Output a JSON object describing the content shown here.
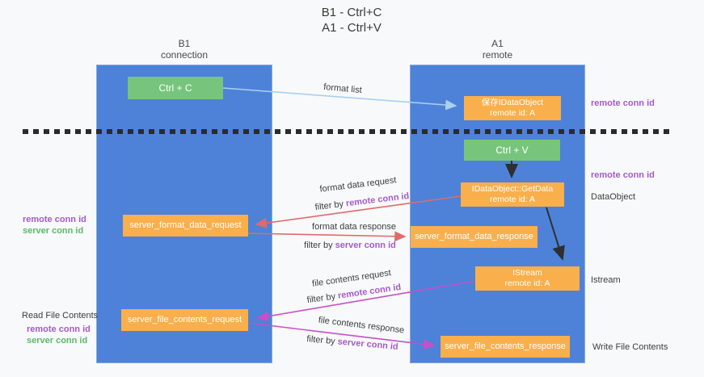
{
  "title": {
    "line1": "B1 - Ctrl+C",
    "line2": "A1 - Ctrl+V"
  },
  "columns": {
    "left": {
      "name": "B1",
      "role": "connection"
    },
    "right": {
      "name": "A1",
      "role": "remote"
    }
  },
  "nodes": {
    "ctrl_c": {
      "label": "Ctrl + C"
    },
    "ctrl_v": {
      "label": "Ctrl + V"
    },
    "save_idataobject": {
      "line1": "保存IDataObject",
      "line2": "remote id: A"
    },
    "getdata": {
      "line1": "IDataObject::GetData",
      "line2": "remote id: A"
    },
    "istream": {
      "line1": "IStream",
      "line2": "remote id: A"
    },
    "server_format_data_request": {
      "label": "server_format_data_request"
    },
    "server_format_data_response": {
      "label": "server_format_data_response"
    },
    "server_file_contents_request": {
      "label": "server_file_contents_request"
    },
    "server_file_contents_response": {
      "label": "server_file_contents_response"
    }
  },
  "flows": {
    "format_list": {
      "label": "format list"
    },
    "format_data_request": {
      "label": "format data request",
      "filter_prefix": "filter by ",
      "filter_key": "remote conn id"
    },
    "format_data_response": {
      "label": "format data response",
      "filter_prefix": "filter by ",
      "filter_key": "server conn id"
    },
    "file_contents_request": {
      "label": "file contents request",
      "filter_prefix": "filter by ",
      "filter_key": "remote conn id"
    },
    "file_contents_response": {
      "label": "file contents response",
      "filter_prefix": "filter by ",
      "filter_key": "server conn id"
    }
  },
  "side_labels": {
    "right_remote_conn_id_top": "remote conn id",
    "right_remote_conn_id_mid": "remote conn id",
    "right_dataobject": "DataObject",
    "right_istream": "Istream",
    "right_write_file_contents": "Write File Contents",
    "left_remote_conn_id_top": "remote conn id",
    "left_server_conn_id_top": "server conn id",
    "left_read_file_contents": "Read File Contents",
    "left_remote_conn_id_bottom": "remote conn id",
    "left_server_conn_id_bottom": "server conn id"
  },
  "colors": {
    "lifeline_blue": "#4d82d8",
    "node_green": "#77c57c",
    "node_orange": "#f9af4b",
    "label_purple": "#a45bc8",
    "label_green": "#5bb968",
    "arrow_light_blue": "#a9cff1",
    "arrow_salmon": "#e06a6a",
    "arrow_magenta": "#c94ec9",
    "arrow_black": "#2f2f2f",
    "background": "#f8f9fa"
  }
}
